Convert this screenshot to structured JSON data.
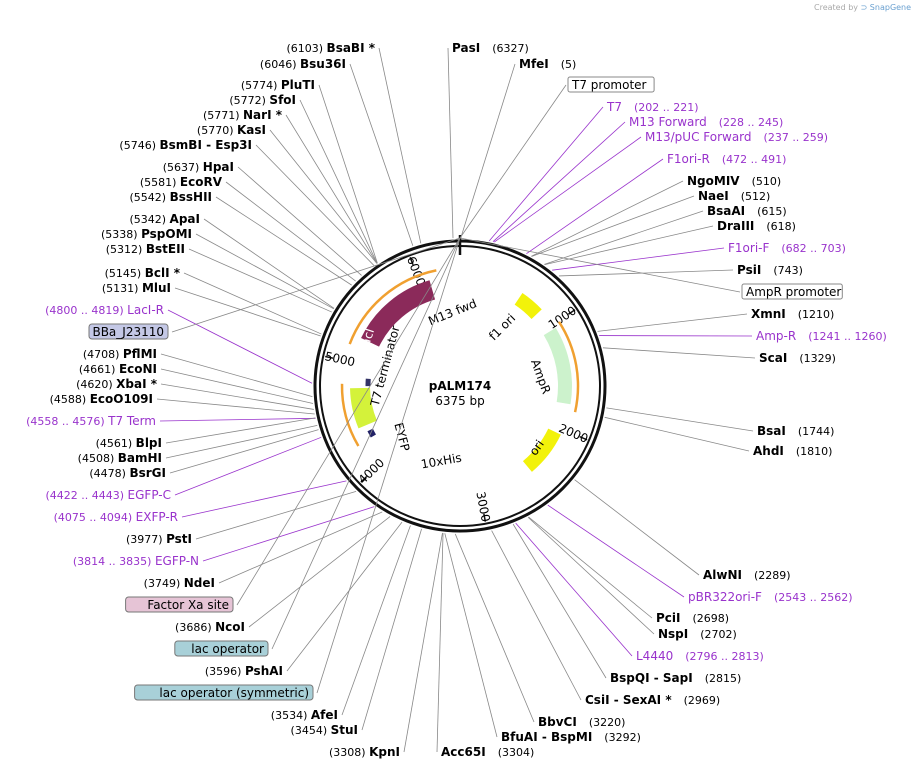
{
  "plasmid": {
    "name": "pALM174",
    "length_label": "6375 bp",
    "length": 6375
  },
  "credit": {
    "created_by": "Created by",
    "app": "SnapGene"
  },
  "ticks": [
    "1000",
    "2000",
    "3000",
    "4000",
    "5000",
    "6000"
  ],
  "colors": {
    "primer": "#9933cc",
    "lacI": "#8b2a5a",
    "EYFP": "#d4f23a",
    "ori": "#f2f20a",
    "AmpR": "#ccf2cc",
    "ampr_arrow": "#f0a030"
  },
  "features_on_map": [
    "M13 fwd",
    "f1 ori",
    "AmpR",
    "ori",
    "lacI",
    "T7 terminator",
    "EYFP",
    "10xHis"
  ],
  "right_labels": [
    {
      "name": "PasI",
      "pos": "(6327)"
    },
    {
      "name": "MfeI",
      "pos": "(5)"
    },
    {
      "box": "T7 promoter"
    },
    {
      "primer": "T7",
      "range": "(202 .. 221)"
    },
    {
      "primer": "M13 Forward",
      "range": "(228 .. 245)"
    },
    {
      "primer": "M13/pUC Forward",
      "range": "(237 .. 259)"
    },
    {
      "primer": "F1ori-R",
      "range": "(472 .. 491)"
    },
    {
      "name": "NgoMIV",
      "pos": "(510)"
    },
    {
      "name": "NaeI",
      "pos": "(512)"
    },
    {
      "name": "BsaAI",
      "pos": "(615)"
    },
    {
      "name": "DraIII",
      "pos": "(618)"
    },
    {
      "primer": "F1ori-F",
      "range": "(682 .. 703)"
    },
    {
      "name": "PsiI",
      "pos": "(743)"
    },
    {
      "box": "AmpR promoter"
    },
    {
      "name": "XmnI",
      "pos": "(1210)"
    },
    {
      "primer": "Amp-R",
      "range": "(1241 .. 1260)"
    },
    {
      "name": "ScaI",
      "pos": "(1329)"
    },
    {
      "name": "BsaI",
      "pos": "(1744)"
    },
    {
      "name": "AhdI",
      "pos": "(1810)"
    },
    {
      "name": "AlwNI",
      "pos": "(2289)"
    },
    {
      "primer": "pBR322ori-F",
      "range": "(2543 .. 2562)"
    },
    {
      "name": "PciI",
      "pos": "(2698)"
    },
    {
      "name": "NspI",
      "pos": "(2702)"
    },
    {
      "primer": "L4440",
      "range": "(2796 .. 2813)"
    },
    {
      "name": "BspQI",
      "name2": "SapI",
      "pos": "(2815)"
    },
    {
      "name": "CsiI",
      "name2": "SexAI *",
      "pos": "(2969)"
    },
    {
      "name": "BbvCI",
      "pos": "(3220)"
    },
    {
      "name": "BfuAI",
      "name2": "BspMI",
      "pos": "(3292)"
    },
    {
      "name": "Acc65I",
      "pos": "(3304)"
    }
  ],
  "left_labels": [
    {
      "name": "BsaBI *",
      "pos": "(6103)"
    },
    {
      "name": "Bsu36I",
      "pos": "(6046)"
    },
    {
      "name": "PluTI",
      "pos": "(5774)"
    },
    {
      "name": "SfoI",
      "pos": "(5772)"
    },
    {
      "name": "NarI *",
      "pos": "(5771)"
    },
    {
      "name": "KasI",
      "pos": "(5770)"
    },
    {
      "name": "BsmBI",
      "name2": "Esp3I",
      "pos": "(5746)"
    },
    {
      "name": "HpaI",
      "pos": "(5637)"
    },
    {
      "name": "EcoRV",
      "pos": "(5581)"
    },
    {
      "name": "BssHII",
      "pos": "(5542)"
    },
    {
      "name": "ApaI",
      "pos": "(5342)"
    },
    {
      "name": "PspOMI",
      "pos": "(5338)"
    },
    {
      "name": "BstEII",
      "pos": "(5312)"
    },
    {
      "name": "BclI *",
      "pos": "(5145)"
    },
    {
      "name": "MluI",
      "pos": "(5131)"
    },
    {
      "primer": "LacI-R",
      "range": "(4800 .. 4819)"
    },
    {
      "box": "BBa_J23110"
    },
    {
      "name": "PflMI",
      "pos": "(4708)"
    },
    {
      "name": "EcoNI",
      "pos": "(4661)"
    },
    {
      "name": "XbaI *",
      "pos": "(4620)"
    },
    {
      "name": "EcoO109I",
      "pos": "(4588)"
    },
    {
      "primer": "T7 Term",
      "range": "(4558 .. 4576)"
    },
    {
      "name": "BlpI",
      "pos": "(4561)"
    },
    {
      "name": "BamHI",
      "pos": "(4508)"
    },
    {
      "name": "BsrGI",
      "pos": "(4478)"
    },
    {
      "primer": "EGFP-C",
      "range": "(4422 .. 4443)"
    },
    {
      "primer": "EXFP-R",
      "range": "(4075 .. 4094)"
    },
    {
      "name": "PstI",
      "pos": "(3977)"
    },
    {
      "primer": "EGFP-N",
      "range": "(3814 .. 3835)"
    },
    {
      "name": "NdeI",
      "pos": "(3749)"
    },
    {
      "box": "Factor Xa site"
    },
    {
      "name": "NcoI",
      "pos": "(3686)"
    },
    {
      "box": "lac operator"
    },
    {
      "name": "PshAI",
      "pos": "(3596)"
    },
    {
      "box": "lac operator (symmetric)"
    },
    {
      "name": "AfeI",
      "pos": "(3534)"
    },
    {
      "name": "StuI",
      "pos": "(3454)"
    },
    {
      "name": "KpnI",
      "pos": "(3308)"
    }
  ]
}
